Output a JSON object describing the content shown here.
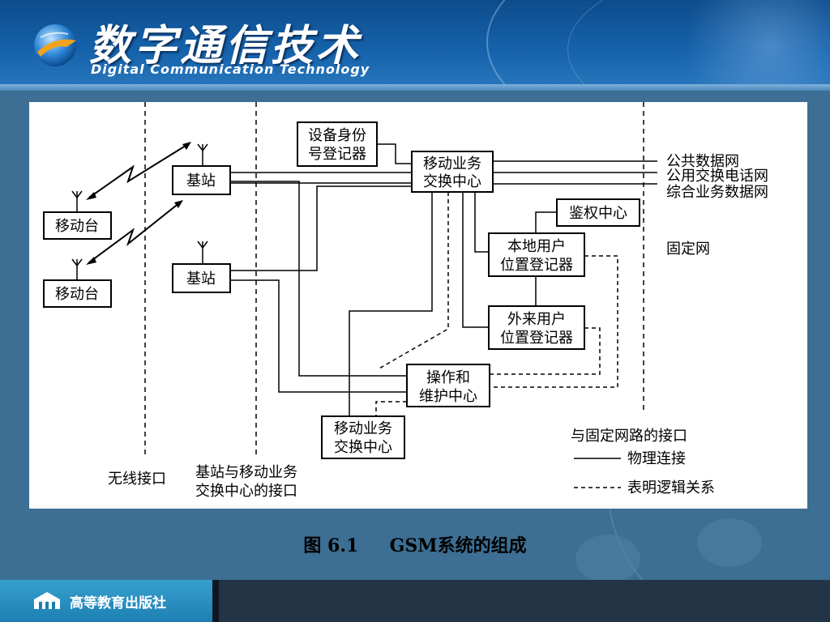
{
  "header": {
    "title_cn": "数字通信技术",
    "title_en": "Digital Communication Technology"
  },
  "diagram": {
    "device_id_register": [
      "设备身份",
      "号登记器"
    ],
    "msc_main": [
      "移动业务",
      "交换中心"
    ],
    "msc_secondary": [
      "移动业务",
      "交换中心"
    ],
    "base_station_1": "基站",
    "base_station_2": "基站",
    "mobile_station_1": "移动台",
    "mobile_station_2": "移动台",
    "auth_center": "鉴权中心",
    "hlr": [
      "本地用户",
      "位置登记器"
    ],
    "vlr": [
      "外来用户",
      "位置登记器"
    ],
    "omc": [
      "操作和",
      "维护中心"
    ],
    "public_data_network": "公共数据网",
    "pstn": "公用交换电话网",
    "isdn": "综合业务数据网",
    "fixed_network": "固定网",
    "wireless_interface": "无线接口",
    "bs_msc_interface": [
      "基站与移动业务",
      "交换中心的接口"
    ],
    "fixed_network_interface": "与固定网路的接口",
    "legend_physical": "物理连接",
    "legend_logical": "表明逻辑关系"
  },
  "caption": "图 6.1     GSM系统的组成",
  "footer": {
    "publisher": "高等教育出版社"
  },
  "colors": {
    "header_bg": "#1562ab",
    "footer_accent": "#2a8fc2",
    "slide_bg": "#3d6e93"
  }
}
